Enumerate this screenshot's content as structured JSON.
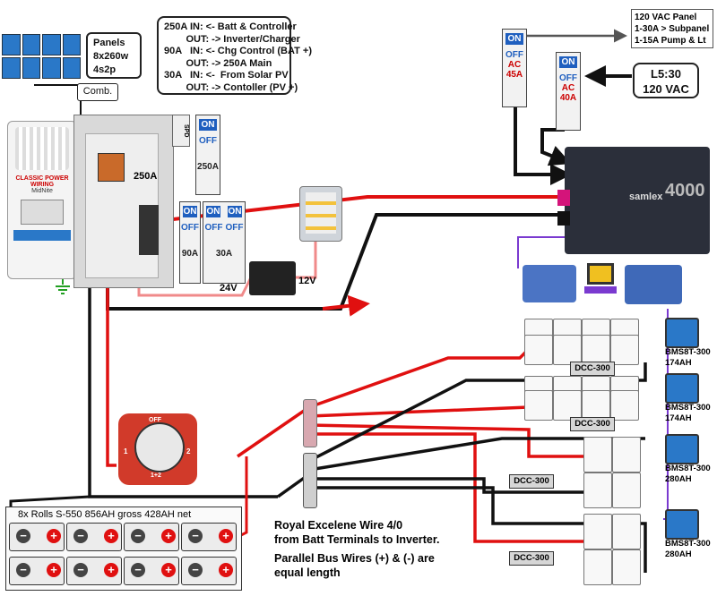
{
  "panels": {
    "label_lines": [
      "Panels",
      "8x260w",
      "4s2p"
    ]
  },
  "comb_label": "Comb.",
  "legend": {
    "lines": [
      "250A IN: <- Batt & Controller",
      "        OUT: -> Inverter/Charger",
      "90A   IN: <- Chg Control (BAT +)",
      "        OUT: -> 250A Main",
      "30A   IN: <-  From Solar PV",
      "        OUT: -> Contoller (PV +)"
    ]
  },
  "controller": {
    "brand_line1": "CLASSIC POWER",
    "brand_line2": "WIRING",
    "brand_line3": "MidNite"
  },
  "spd_label": "SPD",
  "breakers": {
    "on": "ON",
    "off": "OFF",
    "ac": "AC",
    "main_250": "250A",
    "b90": "90A",
    "b30": "30A",
    "ac45": "45A",
    "ac40": "40A",
    "panel_250": "250A"
  },
  "converter": {
    "in": "24V",
    "out": "12V"
  },
  "ac_panel_note": {
    "lines": [
      "120 VAC Panel",
      "1-30A > Subpanel",
      "1-15A Pump & Lt"
    ]
  },
  "l530": {
    "lines": [
      "L5:30",
      "120 VAC"
    ]
  },
  "inverter": {
    "brand": "samlex",
    "model": "4000"
  },
  "dcc_label": "DCC-300",
  "bms": [
    {
      "model": "BMS8T-300",
      "cap": "174AH"
    },
    {
      "model": "BMS8T-300",
      "cap": "174AH"
    },
    {
      "model": "BMS8T-300",
      "cap": "280AH"
    },
    {
      "model": "BMS8T-300",
      "cap": "280AH"
    }
  ],
  "rolls_label": "8x Rolls S-550 856AH gross 428AH net",
  "note": {
    "line1": "Royal Excelene Wire 4/0",
    "line2": "from Batt Terminals to Inverter.",
    "line3": "Parallel Bus Wires (+) & (-) are",
    "line4": "equal length"
  },
  "switch": {
    "off": "OFF",
    "one": "1",
    "two": "2",
    "both": "1+2"
  },
  "colors": {
    "red": "#e01010",
    "black": "#111111",
    "pink": "#f08a8a",
    "blue": "#2a78c8",
    "purple": "#7a3ad0",
    "green": "#22a022"
  }
}
